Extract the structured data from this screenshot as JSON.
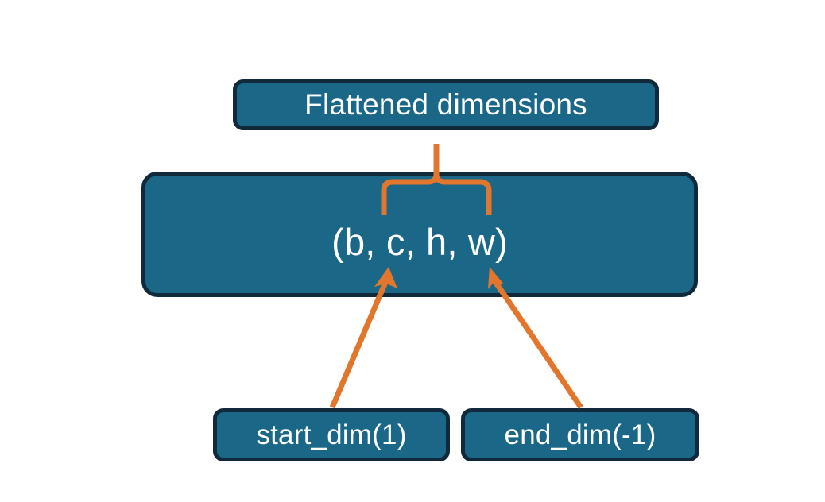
{
  "diagram": {
    "title_node": {
      "label": "Flattened dimensions",
      "name": "flattened-dimensions-box"
    },
    "shape_node": {
      "label": "(b, c, h, w)",
      "name": "tensor-shape-box",
      "dims": [
        "b",
        "c",
        "h",
        "w"
      ]
    },
    "param_nodes": [
      {
        "label": "start_dim(1)",
        "name": "start-dim-box",
        "value": 1
      },
      {
        "label": "end_dim(-1)",
        "name": "end-dim-box",
        "value": -1
      }
    ],
    "connectors": {
      "brace": {
        "name": "flattened-range-brace",
        "spans_dims": [
          "c",
          "h",
          "w"
        ],
        "points_to": "Flattened dimensions"
      },
      "arrows": [
        {
          "name": "start-dim-arrow",
          "from": "start_dim(1)",
          "to": "c"
        },
        {
          "name": "end-dim-arrow",
          "from": "end_dim(-1)",
          "to": "w"
        }
      ]
    },
    "colors": {
      "node_fill": "#1b6787",
      "node_border": "#102a3c",
      "node_text": "#ffffff",
      "accent": "#e2762c",
      "background": "#ffffff"
    }
  }
}
